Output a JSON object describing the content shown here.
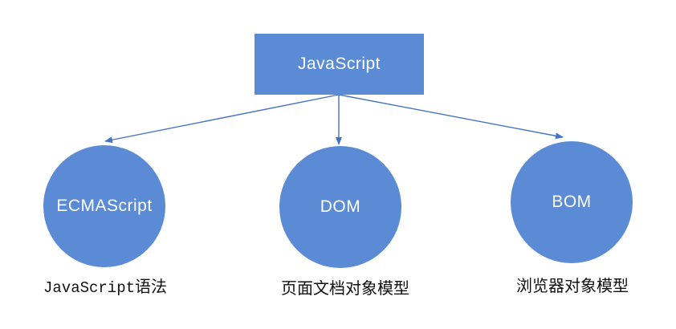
{
  "diagram": {
    "root": {
      "label": "JavaScript"
    },
    "nodes": [
      {
        "id": "ecmascript",
        "label": "ECMAScript",
        "caption_en": "JavaScript",
        "caption_zh": "语法"
      },
      {
        "id": "dom",
        "label": "DOM",
        "caption": "页面文档对象模型"
      },
      {
        "id": "bom",
        "label": "BOM",
        "caption": "浏览器对象模型"
      }
    ],
    "colors": {
      "node_fill": "#5B8BD4",
      "arrow": "#4472C4",
      "node_text": "#FFFFFF",
      "caption_text": "#111111"
    }
  }
}
